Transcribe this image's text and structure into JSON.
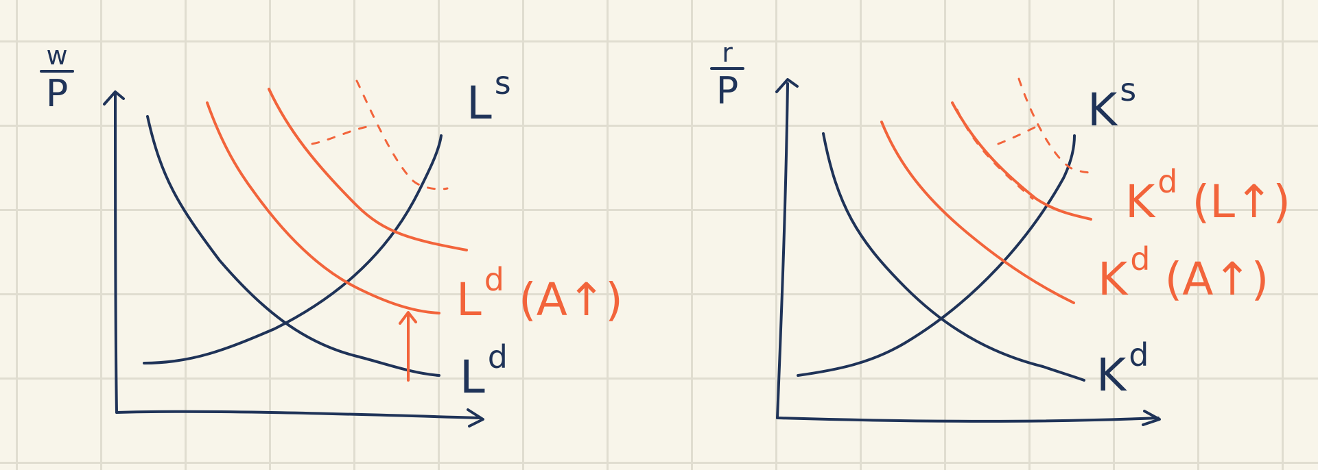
{
  "left_graph": {
    "y_axis": {
      "numerator": "w",
      "denominator": "P"
    },
    "supply": {
      "base": "L",
      "sup": "s"
    },
    "demand": {
      "base": "L",
      "sup": "d"
    },
    "shifted_demand": {
      "base": "L",
      "sup": "d",
      "suffix": "(A↑)"
    }
  },
  "right_graph": {
    "y_axis": {
      "numerator": "r",
      "denominator": "P"
    },
    "supply": {
      "base": "K",
      "sup": "s"
    },
    "demand": {
      "base": "K",
      "sup": "d"
    },
    "shifted_demand_a": {
      "base": "K",
      "sup": "d",
      "suffix": "(A↑)"
    },
    "shifted_demand_l": {
      "base": "K",
      "sup": "d",
      "suffix": "(L↑)"
    }
  },
  "colors": {
    "ink": "#1f3358",
    "shift": "#f2643b",
    "paper": "#f8f5ea",
    "grid": "#e0ddd0"
  }
}
